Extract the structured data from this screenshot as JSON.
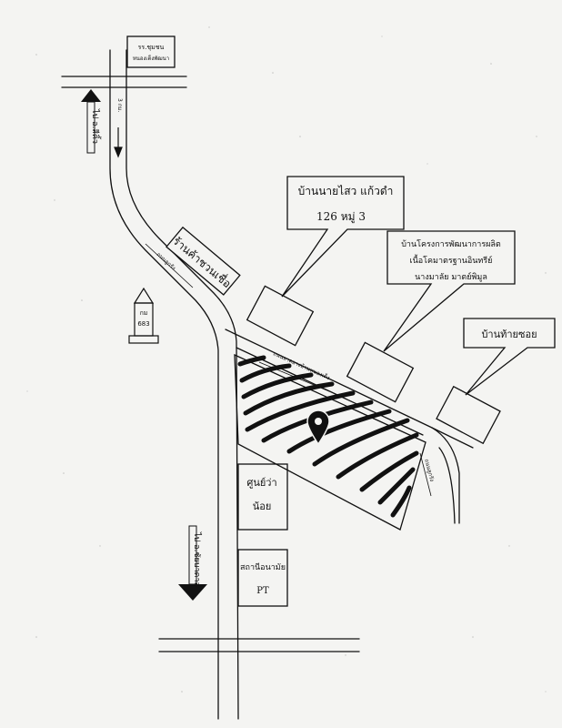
{
  "map": {
    "top_box": {
      "line1": "รร.ชุมชน",
      "line2": "หนองเต็งพัฒนา"
    },
    "road_top_label": "3 กม.",
    "arrow_top_label": "ไป อ.สีคิ้ว",
    "shop_sign": "ร้านค้าชวนเชื่อ",
    "house_callout": {
      "line1": "บ้านนายไสว  แก้วดำ",
      "line2": "126  หมู่  3"
    },
    "project_callout": {
      "line1": "บ้านโครงการพัฒนาการผลิต",
      "line2": "เนื้อโคมาตรฐานอินทรีย์",
      "line3": "นางมาลัย      มาตย์พิมูล"
    },
    "end_callout": "บ้านท้ายซอย",
    "pillar_label": {
      "line1": "กม",
      "line2": "683"
    },
    "road_diag_label": "ถนนลูกรัง",
    "road_side_label": "ถนนลาดยางบ้านหนองเต็ง",
    "road_right_label": "ถนนลูกรัง",
    "box_tutor": {
      "line1": "ศูนย์ว่า",
      "line2": "น้อย"
    },
    "box_station": {
      "line1": "สถานีอนามัย",
      "line2": "PT"
    },
    "arrow_bottom_label": "ไป อ.ชัยบาดาล",
    "colors": {
      "ink": "#111111",
      "paper": "#f4f4f2"
    }
  }
}
